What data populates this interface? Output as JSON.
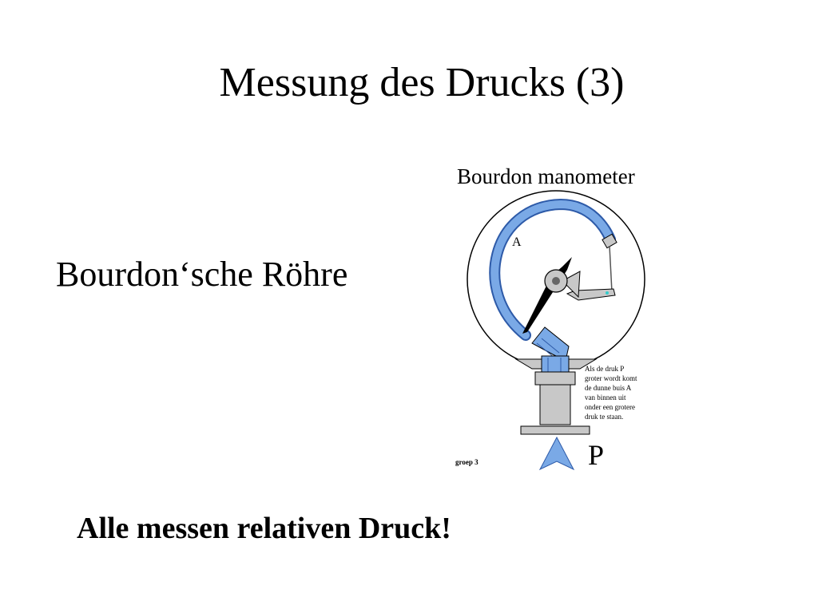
{
  "slide": {
    "title": "Messung des Drucks (3)",
    "subtitle": "Bourdon‘sche Röhre",
    "bottom_note": "Alle messen relativen Druck!"
  },
  "diagram": {
    "caption": "Bourdon manometer",
    "label_tube": "A",
    "label_pressure": "P",
    "annotation_lines": [
      "Als de druk P",
      "groter wordt komt",
      "de dunne buis A",
      "van binnen uit",
      "onder een grotere",
      "druk te staan."
    ],
    "credit": "groep 3"
  },
  "colors": {
    "tube_blue": "#7aa9e6",
    "tube_outline": "#2d5aa8",
    "metal_gray": "#c8c8c8",
    "needle_black": "#000000"
  }
}
